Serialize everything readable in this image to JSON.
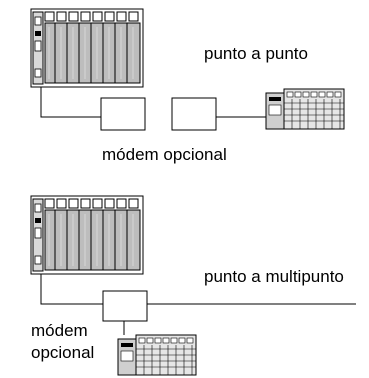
{
  "diagrams": [
    {
      "label": "punto a punto",
      "modem_label": "módem opcional"
    },
    {
      "label": "punto a multipunto",
      "modem_label_line1": "módem",
      "modem_label_line2": "opcional"
    }
  ]
}
